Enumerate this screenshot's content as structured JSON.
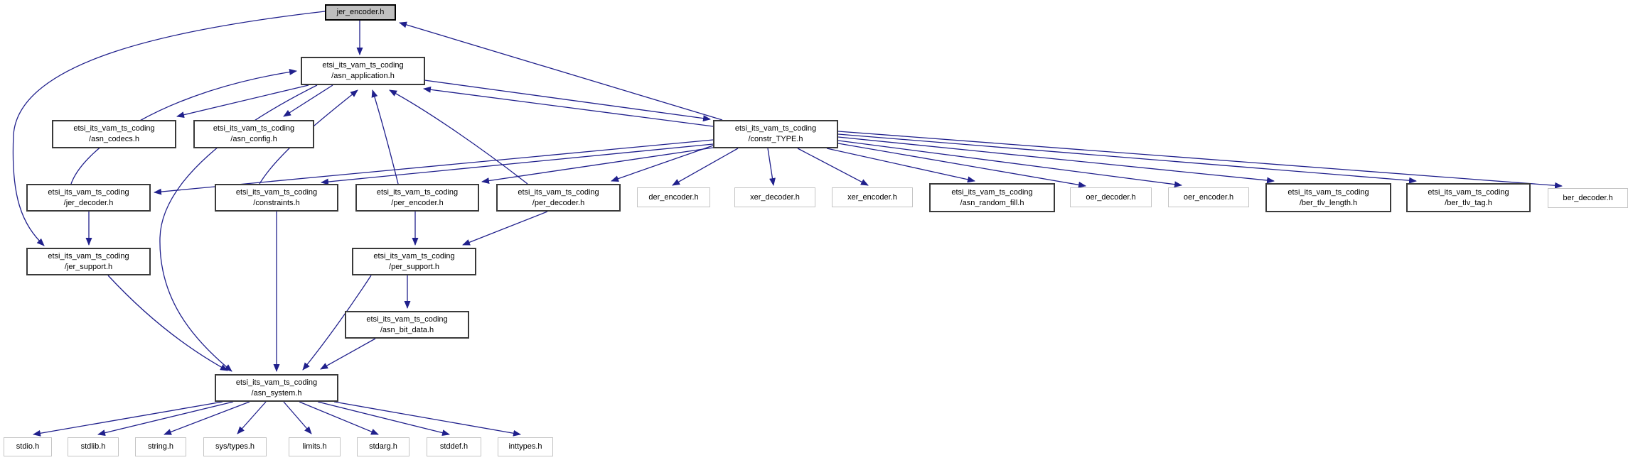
{
  "diagram": {
    "kind": "include-dependency-graph",
    "root": "jer_encoder.h",
    "colors": {
      "edge": "#20208c",
      "internal_border": "#3a3a3a",
      "external_border": "#c4c4c4",
      "current_fill": "#bfbfbf",
      "background": "#ffffff"
    },
    "nodes": [
      {
        "id": "jer_encoder",
        "label": "jer_encoder.h",
        "kind": "current"
      },
      {
        "id": "asn_application",
        "label": "etsi_its_vam_ts_coding\n/asn_application.h",
        "kind": "internal"
      },
      {
        "id": "asn_codecs",
        "label": "etsi_its_vam_ts_coding\n/asn_codecs.h",
        "kind": "internal"
      },
      {
        "id": "asn_config",
        "label": "etsi_its_vam_ts_coding\n/asn_config.h",
        "kind": "internal"
      },
      {
        "id": "constr_TYPE",
        "label": "etsi_its_vam_ts_coding\n/constr_TYPE.h",
        "kind": "internal"
      },
      {
        "id": "jer_decoder",
        "label": "etsi_its_vam_ts_coding\n/jer_decoder.h",
        "kind": "internal"
      },
      {
        "id": "constraints",
        "label": "etsi_its_vam_ts_coding\n/constraints.h",
        "kind": "internal"
      },
      {
        "id": "per_encoder",
        "label": "etsi_its_vam_ts_coding\n/per_encoder.h",
        "kind": "internal"
      },
      {
        "id": "per_decoder",
        "label": "etsi_its_vam_ts_coding\n/per_decoder.h",
        "kind": "internal"
      },
      {
        "id": "der_encoder",
        "label": "der_encoder.h",
        "kind": "external"
      },
      {
        "id": "xer_decoder",
        "label": "xer_decoder.h",
        "kind": "external"
      },
      {
        "id": "xer_encoder",
        "label": "xer_encoder.h",
        "kind": "external"
      },
      {
        "id": "asn_random_fill",
        "label": "etsi_its_vam_ts_coding\n/asn_random_fill.h",
        "kind": "internal"
      },
      {
        "id": "oer_decoder",
        "label": "oer_decoder.h",
        "kind": "external"
      },
      {
        "id": "oer_encoder",
        "label": "oer_encoder.h",
        "kind": "external"
      },
      {
        "id": "ber_tlv_length",
        "label": "etsi_its_vam_ts_coding\n/ber_tlv_length.h",
        "kind": "internal"
      },
      {
        "id": "ber_tlv_tag",
        "label": "etsi_its_vam_ts_coding\n/ber_tlv_tag.h",
        "kind": "internal"
      },
      {
        "id": "ber_decoder",
        "label": "ber_decoder.h",
        "kind": "external"
      },
      {
        "id": "jer_support",
        "label": "etsi_its_vam_ts_coding\n/jer_support.h",
        "kind": "internal"
      },
      {
        "id": "per_support",
        "label": "etsi_its_vam_ts_coding\n/per_support.h",
        "kind": "internal"
      },
      {
        "id": "asn_bit_data",
        "label": "etsi_its_vam_ts_coding\n/asn_bit_data.h",
        "kind": "internal"
      },
      {
        "id": "asn_system",
        "label": "etsi_its_vam_ts_coding\n/asn_system.h",
        "kind": "internal"
      },
      {
        "id": "stdio",
        "label": "stdio.h",
        "kind": "external"
      },
      {
        "id": "stdlib",
        "label": "stdlib.h",
        "kind": "external"
      },
      {
        "id": "string",
        "label": "string.h",
        "kind": "external"
      },
      {
        "id": "sys_types",
        "label": "sys/types.h",
        "kind": "external"
      },
      {
        "id": "limits",
        "label": "limits.h",
        "kind": "external"
      },
      {
        "id": "stdarg",
        "label": "stdarg.h",
        "kind": "external"
      },
      {
        "id": "stddef",
        "label": "stddef.h",
        "kind": "external"
      },
      {
        "id": "inttypes",
        "label": "inttypes.h",
        "kind": "external"
      }
    ],
    "edges": [
      [
        "jer_encoder",
        "asn_application"
      ],
      [
        "jer_encoder",
        "jer_support"
      ],
      [
        "asn_application",
        "asn_codecs"
      ],
      [
        "asn_application",
        "asn_config"
      ],
      [
        "asn_application",
        "constr_TYPE"
      ],
      [
        "asn_application",
        "asn_system"
      ],
      [
        "constr_TYPE",
        "jer_encoder"
      ],
      [
        "constr_TYPE",
        "asn_application"
      ],
      [
        "constr_TYPE",
        "jer_decoder"
      ],
      [
        "constr_TYPE",
        "constraints"
      ],
      [
        "constr_TYPE",
        "per_encoder"
      ],
      [
        "constr_TYPE",
        "per_decoder"
      ],
      [
        "constr_TYPE",
        "der_encoder"
      ],
      [
        "constr_TYPE",
        "xer_decoder"
      ],
      [
        "constr_TYPE",
        "xer_encoder"
      ],
      [
        "constr_TYPE",
        "asn_random_fill"
      ],
      [
        "constr_TYPE",
        "oer_decoder"
      ],
      [
        "constr_TYPE",
        "oer_encoder"
      ],
      [
        "constr_TYPE",
        "ber_tlv_length"
      ],
      [
        "constr_TYPE",
        "ber_tlv_tag"
      ],
      [
        "constr_TYPE",
        "ber_decoder"
      ],
      [
        "jer_decoder",
        "asn_application"
      ],
      [
        "jer_decoder",
        "jer_support"
      ],
      [
        "constraints",
        "asn_application"
      ],
      [
        "constraints",
        "asn_system"
      ],
      [
        "per_encoder",
        "asn_application"
      ],
      [
        "per_encoder",
        "per_support"
      ],
      [
        "per_decoder",
        "asn_application"
      ],
      [
        "per_decoder",
        "per_support"
      ],
      [
        "jer_support",
        "asn_system"
      ],
      [
        "per_support",
        "asn_bit_data"
      ],
      [
        "per_support",
        "asn_system"
      ],
      [
        "asn_bit_data",
        "asn_system"
      ],
      [
        "asn_system",
        "stdio"
      ],
      [
        "asn_system",
        "stdlib"
      ],
      [
        "asn_system",
        "string"
      ],
      [
        "asn_system",
        "sys_types"
      ],
      [
        "asn_system",
        "limits"
      ],
      [
        "asn_system",
        "stdarg"
      ],
      [
        "asn_system",
        "stddef"
      ],
      [
        "asn_system",
        "inttypes"
      ]
    ]
  }
}
